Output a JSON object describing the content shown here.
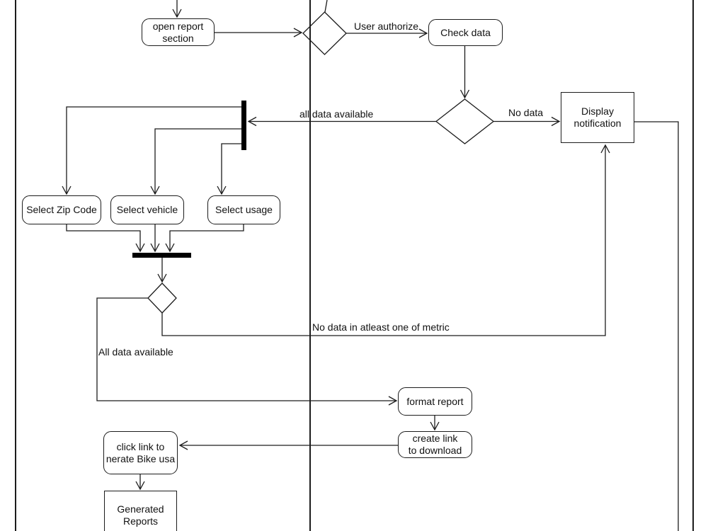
{
  "colors": {
    "background": "#ffffff",
    "line": "#1c1c1c",
    "sync_bar": "#000000"
  },
  "nodes": {
    "open_report_section": {
      "lines": [
        "open report",
        "section"
      ]
    },
    "check_data": {
      "lines": [
        "Check data"
      ]
    },
    "display_notification": {
      "lines": [
        "Display",
        "notification"
      ]
    },
    "select_zip_code": {
      "lines": [
        "Select Zip Code"
      ]
    },
    "select_vehicle": {
      "lines": [
        "Select vehicle"
      ]
    },
    "select_usage": {
      "lines": [
        "Select usage"
      ]
    },
    "format_report": {
      "lines": [
        "format report"
      ]
    },
    "create_link_to_download": {
      "lines": [
        "create link",
        "to download"
      ]
    },
    "click_link_to_generate": {
      "lines": [
        "click link to",
        "nerate Bike usa"
      ]
    },
    "generated_reports": {
      "lines": [
        "Generated",
        "Reports"
      ]
    }
  },
  "edge_labels": {
    "user_authorize": "User authorize",
    "no_data": "No data",
    "all_data_available": "all data available",
    "all_data_available_2": "All data available",
    "no_data_one_metric": "No data in atleast one of metric"
  }
}
